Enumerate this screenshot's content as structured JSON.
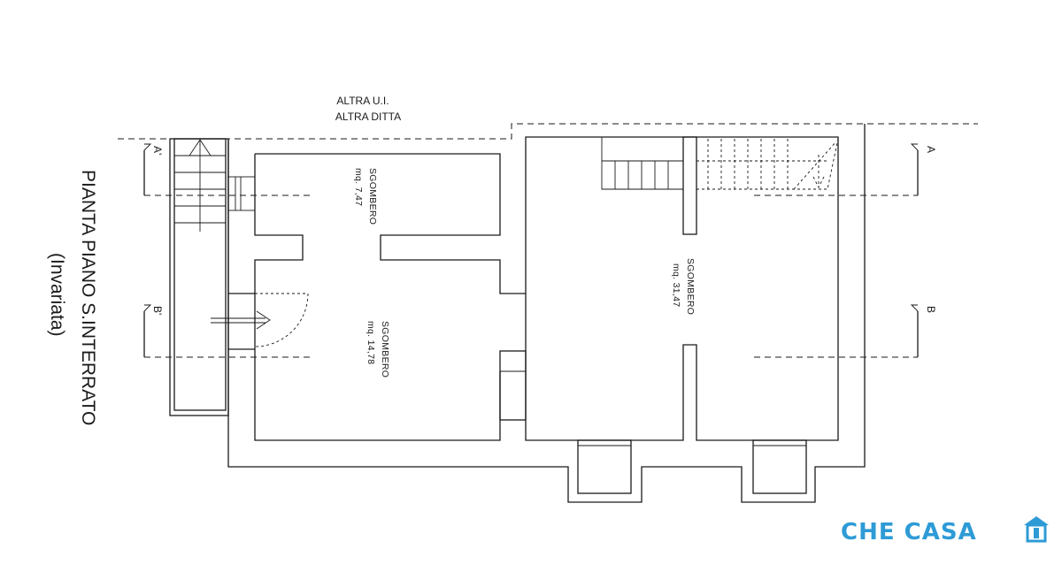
{
  "neighbor": {
    "line1": "ALTRA U.I.",
    "line2": "ALTRA DITTA"
  },
  "title": {
    "line1": "PIANTA PIANO S.INTERRATO",
    "line2": "(Invariata)"
  },
  "rooms": {
    "small": {
      "name": "SGOMBERO",
      "area": "mq. 7,47"
    },
    "medium": {
      "name": "SGOMBERO",
      "area": "mq. 14,78"
    },
    "large": {
      "name": "SGOMBERO",
      "area": "mq. 31,47"
    }
  },
  "sections": {
    "a_left": "A'",
    "b_left": "B'",
    "a_right": "A",
    "b_right": "B"
  },
  "logo": {
    "text": "CHE CASA",
    "color": "#2e9bd6"
  }
}
